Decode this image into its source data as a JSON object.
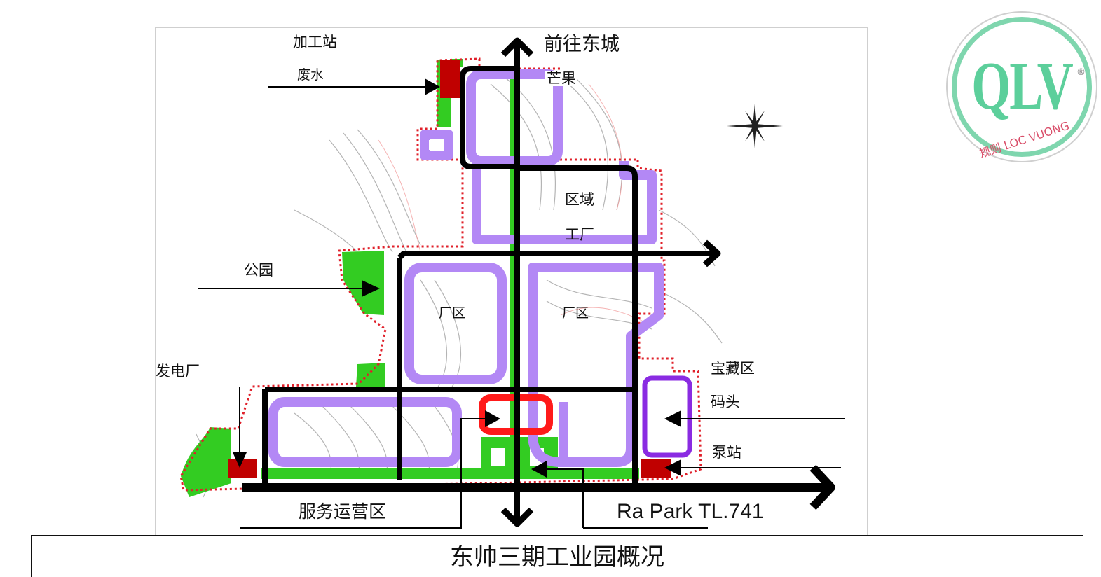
{
  "map": {
    "labels": {
      "processing_station": "加工站",
      "wastewater": "废水",
      "to_east_city": "前往东城",
      "mango": "芒果",
      "zone": "区域",
      "factory": "工厂",
      "park": "公园",
      "plant_area_left": "厂区",
      "plant_area_right": "厂区",
      "power_plant": "发电厂",
      "treasure_area": "宝藏区",
      "dock": "码头",
      "pump_station": "泵站",
      "service_ops_area": "服务运营区",
      "road_name": "Ra Park TL.741"
    },
    "colors": {
      "road": "#000000",
      "plot_outline": "#b388f5",
      "green_space": "#33cc22",
      "utility": "#c00000",
      "service_area": "#ff1a1a",
      "treasure_zone": "#8a2be2",
      "boundary": "#e0202a",
      "contour": "#9a9a9a"
    },
    "compass": "compass-rose"
  },
  "caption": "东帅三期工业园概况",
  "logo": {
    "mark": "QLV",
    "registered": "®",
    "subtitle": "规则 LOC VUONG",
    "color": "#5ccf9b"
  }
}
